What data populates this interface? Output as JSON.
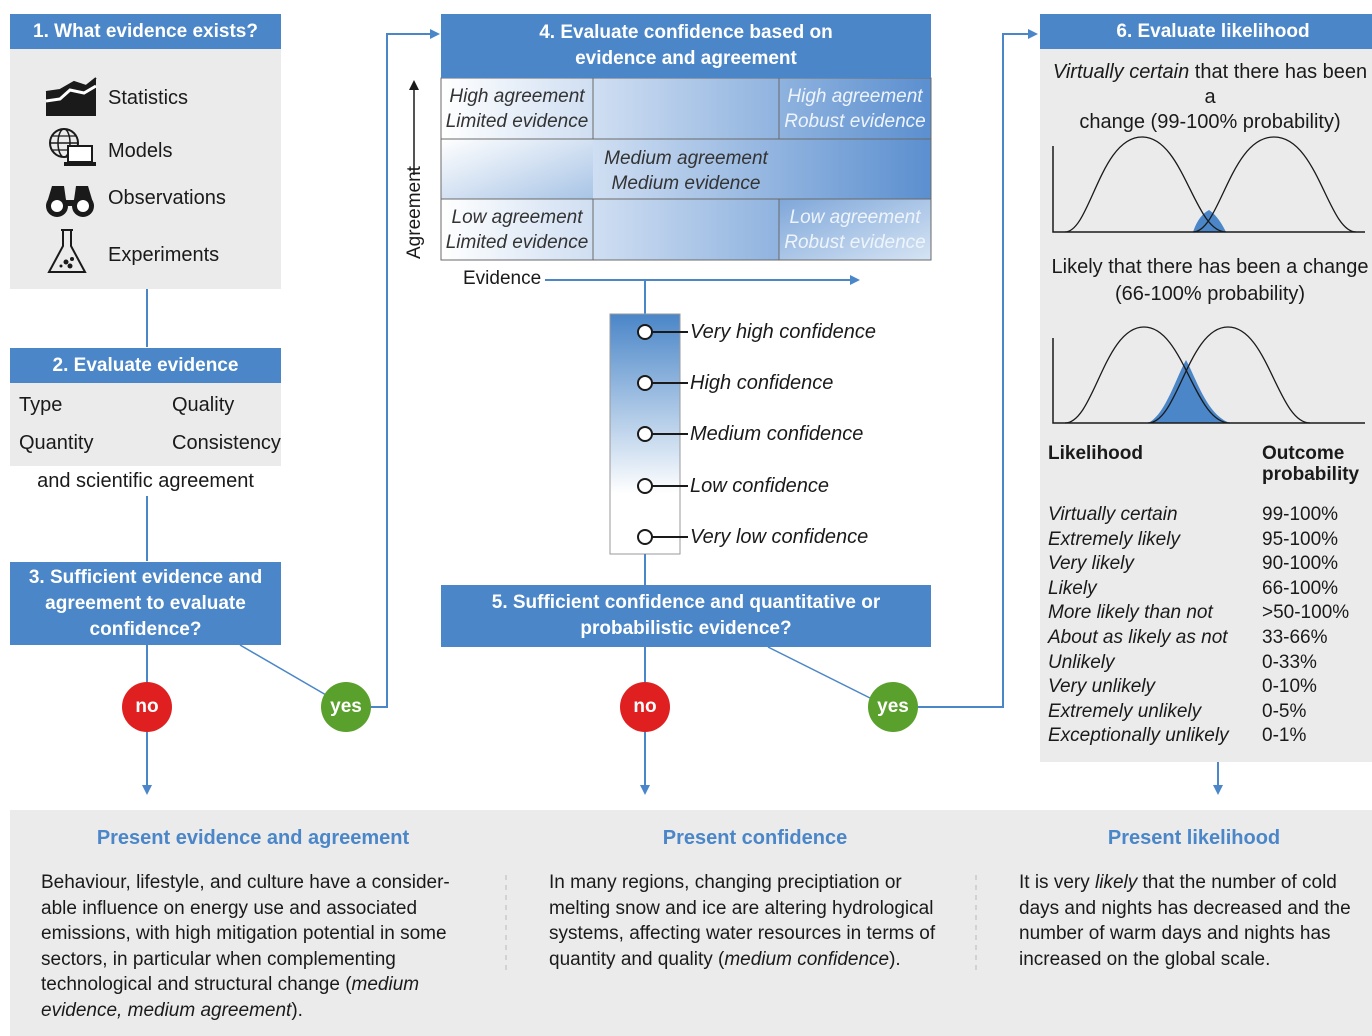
{
  "step1": {
    "title": "1. What evidence exists?",
    "items": [
      {
        "label": "Statistics",
        "icon": "chart-icon"
      },
      {
        "label": "Models",
        "icon": "globe-laptop-icon"
      },
      {
        "label": "Observations",
        "icon": "binoculars-icon"
      },
      {
        "label": "Experiments",
        "icon": "flask-icon"
      }
    ]
  },
  "step2": {
    "title": "2. Evaluate evidence",
    "type": "Type",
    "quality": "Quality",
    "quantity": "Quantity",
    "consistency": "Consistency",
    "note": "and scientific agreement"
  },
  "step3": {
    "title": "3. Sufficient evidence and agreement to evaluate confidence?"
  },
  "step4": {
    "title": "4. Evaluate confidence based on evidence and agreement",
    "cells": {
      "top_left": [
        "High agreement",
        "Limited evidence"
      ],
      "top_right": [
        "High agreement",
        "Robust evidence"
      ],
      "middle": [
        "Medium agreement",
        "Medium evidence"
      ],
      "bottom_left": [
        "Low agreement",
        "Limited evidence"
      ],
      "bottom_right": [
        "Low agreement",
        "Robust evidence"
      ]
    },
    "y_axis": "Agreement",
    "x_axis": "Evidence",
    "confidence_levels": [
      "Very high confidence",
      "High confidence",
      "Medium confidence",
      "Low confidence",
      "Very low confidence"
    ]
  },
  "step5": {
    "title": "5. Sufficient confidence and quantitative or probabilistic evidence?"
  },
  "step6": {
    "title": "6. Evaluate likelihood",
    "curve1_caption_italic": "Virtually certain",
    "curve1_caption_rest": " that there has been a",
    "curve1_caption_line2": "change (99-100% probability)",
    "curve2_caption_line1": "Likely that there has been a change",
    "curve2_caption_line2": "(66-100% probability)",
    "col1_header": "Likelihood",
    "col2_header_line1": "Outcome",
    "col2_header_line2": "probability",
    "rows": [
      {
        "term": "Virtually certain",
        "prob": "99-100%"
      },
      {
        "term": "Extremely likely",
        "prob": "95-100%"
      },
      {
        "term": "Very likely",
        "prob": "90-100%"
      },
      {
        "term": "Likely",
        "prob": "66-100%"
      },
      {
        "term": "More likely than not",
        "prob": ">50-100%"
      },
      {
        "term": "About as likely as not",
        "prob": "33-66%"
      },
      {
        "term": "Unlikely",
        "prob": "0-33%"
      },
      {
        "term": "Very unlikely",
        "prob": "0-10%"
      },
      {
        "term": "Extremely unlikely",
        "prob": "0-5%"
      },
      {
        "term": "Exceptionally unlikely",
        "prob": "0-1%"
      }
    ]
  },
  "decisions": {
    "no": "no",
    "yes": "yes"
  },
  "bottom": {
    "evidence": {
      "title": "Present evidence and agreement",
      "lines": [
        "Behaviour, lifestyle, and culture have a consider-",
        "able influence on energy use and associated",
        "emissions, with high mitigation potential in some",
        "sectors, in particular when complementing"
      ],
      "line5_pre": "technological and structural change (",
      "line5_it": "medium",
      "line6_it": "evidence, medium agreement",
      "line6_post": ")."
    },
    "confidence": {
      "title": "Present confidence",
      "lines": [
        "In many regions, changing preciptiation or",
        "melting snow and ice are altering hydrological",
        "systems, affecting water resources in terms of"
      ],
      "line4_pre": "quantity and quality (",
      "line4_it": "medium confidence",
      "line4_post": ")."
    },
    "likelihood": {
      "title": "Present likelihood",
      "line1_pre": "It is very ",
      "line1_it": "likely",
      "line1_post": " that the number of cold",
      "lines": [
        "days and nights has decreased and the",
        "number of warm days and nights has",
        "increased on the global scale."
      ]
    }
  },
  "colors": {
    "blue": "#4a86c8",
    "red": "#e02020",
    "green": "#5aa02c",
    "panel": "#ebebeb"
  }
}
